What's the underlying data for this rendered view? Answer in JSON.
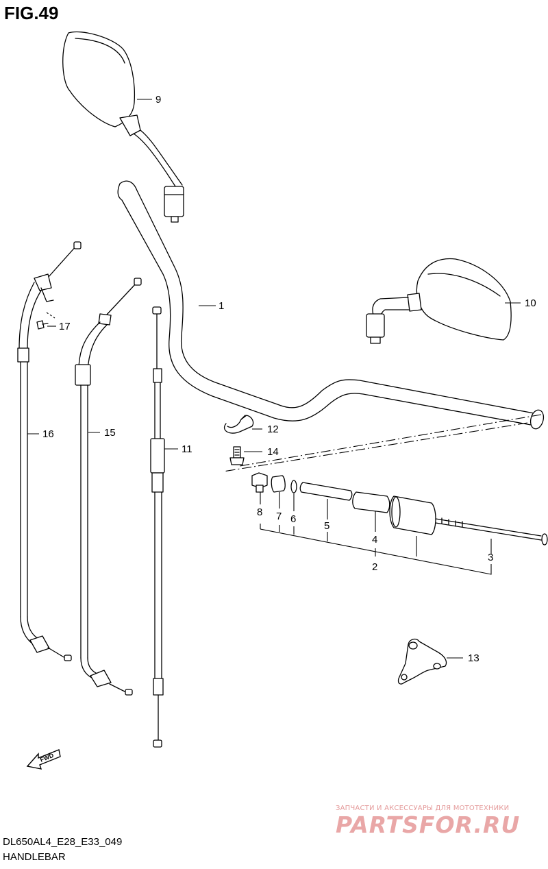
{
  "figure_title": "FIG.49",
  "model_code": "DL650AL4_E28_E33_049",
  "section_name": "HANDLEBAR",
  "fwd_arrow_text": "FWD",
  "watermark": {
    "tagline": "ЗАПЧАСТИ И АКСЕССУАРЫ ДЛЯ МОТОТЕХНИКИ",
    "brand": "PARTSFOR.RU"
  },
  "callouts": {
    "c1": "1",
    "c2": "2",
    "c3": "3",
    "c4": "4",
    "c5": "5",
    "c6": "6",
    "c7": "7",
    "c8": "8",
    "c9": "9",
    "c10": "10",
    "c11": "11",
    "c12": "12",
    "c13": "13",
    "c14": "14",
    "c15": "15",
    "c16": "16",
    "c17": "17"
  }
}
